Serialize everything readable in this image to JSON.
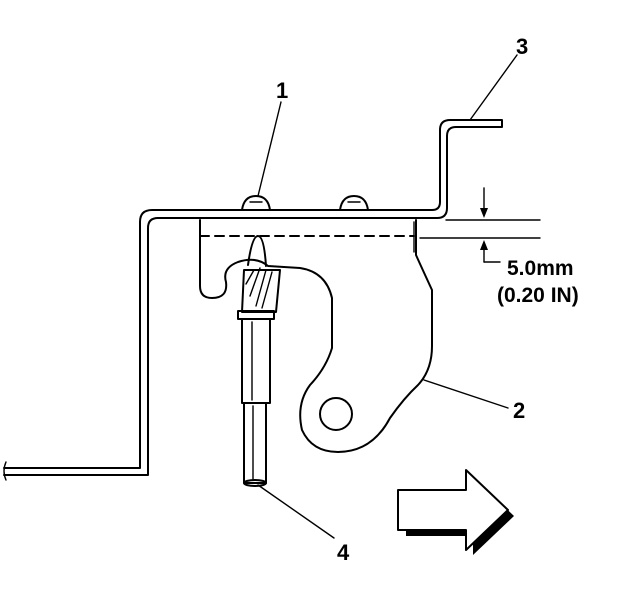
{
  "callouts": {
    "c1": "1",
    "c2": "2",
    "c3": "3",
    "c4": "4"
  },
  "dimension": {
    "metric": "5.0mm",
    "imperial": "(0.20 IN)"
  },
  "arrow": {
    "direction": "right"
  }
}
